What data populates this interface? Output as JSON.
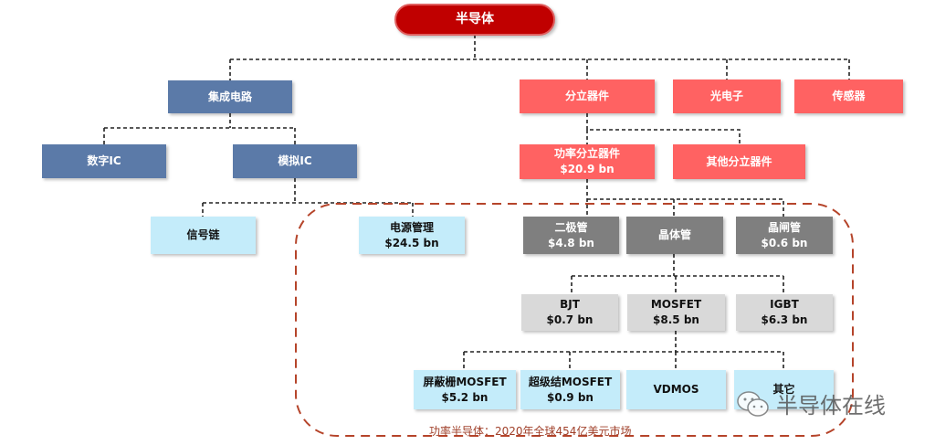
{
  "root": "半导体",
  "level1": {
    "ic": "集成电路",
    "discrete": "分立器件",
    "opto": "光电子",
    "sensor": "传感器"
  },
  "level2": {
    "digital": "数字IC",
    "analog": "模拟IC",
    "power_discrete": "功率分立器件",
    "power_discrete_value": "$20.9 bn",
    "other_discrete": "其他分立器件"
  },
  "level3": {
    "signal": "信号链",
    "power_mgmt": "电源管理",
    "power_mgmt_value": "$24.5 bn",
    "diode": "二极管",
    "diode_value": "$4.8 bn",
    "transistor": "晶体管",
    "thyristor": "晶闸管",
    "thyristor_value": "$0.6 bn"
  },
  "level4": {
    "bjt": "BJT",
    "bjt_value": "$0.7 bn",
    "mosfet": "MOSFET",
    "mosfet_value": "$8.5 bn",
    "igbt": "IGBT",
    "igbt_value": "$6.3 bn"
  },
  "level5": {
    "sgt": "屏蔽栅MOSFET",
    "sgt_value": "$5.2 bn",
    "sj": "超级结MOSFET",
    "sj_value": "$0.9 bn",
    "vdmos": "VDMOS",
    "other": "其它"
  },
  "caption": "功率半导体：2020年全球454亿美元市场",
  "watermark": "半导体在线",
  "colors": {
    "root": "#c00000",
    "ic": "#5b7aa8",
    "discrete": "#ff6262",
    "analog_leaf": "#c4ecfa",
    "transistor_level": "#7f7f7f",
    "device_level": "#d9d9d9",
    "boundary": "#b5442a"
  }
}
